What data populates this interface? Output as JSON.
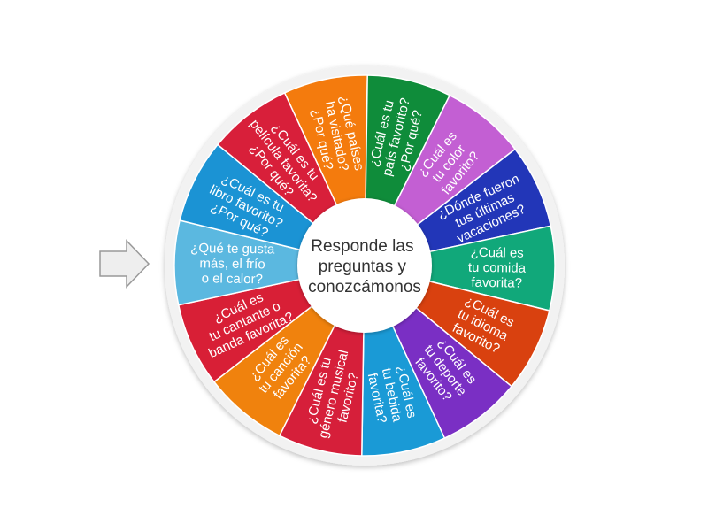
{
  "wheel": {
    "center_label": [
      "Responde las",
      "preguntas y",
      "conozcámonos"
    ],
    "segments": [
      {
        "lines": [
          "¿Qué países",
          "ha visitado?",
          "¿Por qué?"
        ],
        "color": "#f47b0d"
      },
      {
        "lines": [
          "¿Cuál es tu",
          "país favorito?",
          "¿Por qué?"
        ],
        "color": "#0f8c3a"
      },
      {
        "lines": [
          "¿Cuál es",
          "tu color",
          "favorito?"
        ],
        "color": "#c35fd3"
      },
      {
        "lines": [
          "¿Dónde fueron",
          "tus últimas",
          "vacaciones?"
        ],
        "color": "#2236b8"
      },
      {
        "lines": [
          "¿Cuál es",
          "tu comida",
          "favorita?"
        ],
        "color": "#11a87a"
      },
      {
        "lines": [
          "¿Cuál es",
          "tu idioma",
          "favorito?"
        ],
        "color": "#d9410f"
      },
      {
        "lines": [
          "¿Cuál es",
          "tu deporte",
          "favorito?"
        ],
        "color": "#7a2fc4"
      },
      {
        "lines": [
          "¿Cuál es",
          "tu bebida",
          "favorita?"
        ],
        "color": "#1a9ad6"
      },
      {
        "lines": [
          "¿Cuál es tu",
          "género musical",
          "favorito?"
        ],
        "color": "#d61f3a"
      },
      {
        "lines": [
          "¿Cuál es",
          "tu canción",
          "favorita?"
        ],
        "color": "#f0820d"
      },
      {
        "lines": [
          "¿Cuál es",
          "tu cantante o",
          "banda favorita?"
        ],
        "color": "#d81f36"
      },
      {
        "lines": [
          "¿Qué te gusta",
          "más, el frío",
          "o el calor?"
        ],
        "color": "#5bb8e0"
      },
      {
        "lines": [
          "¿Cuál es tu",
          "libro favorito?",
          "¿Por qué?"
        ],
        "color": "#1b93d4"
      },
      {
        "lines": [
          "¿Cuál es tu",
          "película favorita?",
          "¿Por qué?"
        ],
        "color": "#d81f3a"
      }
    ]
  },
  "colors": {
    "rim": "#f2f2f2",
    "divider": "#ffffff",
    "hub": "#ffffff",
    "pointer_fill": "#eeeeee",
    "pointer_stroke": "#999999"
  },
  "icons": {
    "pointer": "arrow-right-icon"
  }
}
